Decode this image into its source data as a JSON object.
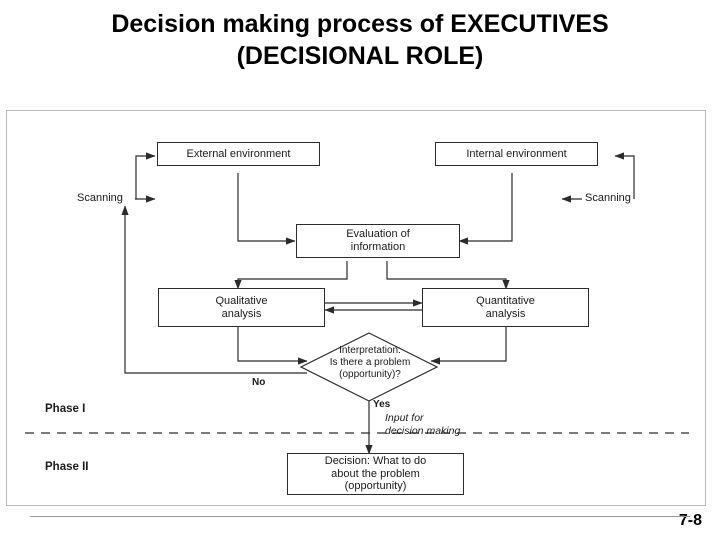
{
  "slide": {
    "title_line1": "Decision making process of EXECUTIVES",
    "title_line2": "(DECISIONAL ROLE)",
    "page_number": "7-8"
  },
  "diagram": {
    "type": "flowchart",
    "nodes": [
      {
        "id": "external-environment",
        "label": "External environment",
        "shape": "rect"
      },
      {
        "id": "internal-environment",
        "label": "Internal environment",
        "shape": "rect"
      },
      {
        "id": "evaluation-of-information",
        "label": "Evaluation of\ninformation",
        "shape": "rect"
      },
      {
        "id": "qualitative-analysis",
        "label": "Qualitative\nanalysis",
        "shape": "rect"
      },
      {
        "id": "quantitative-analysis",
        "label": "Quantitative\nanalysis",
        "shape": "rect"
      },
      {
        "id": "interpretation",
        "label": "Interpretation:\nIs there a problem\n(opportunity)?",
        "shape": "diamond"
      },
      {
        "id": "decision",
        "label": "Decision: What to do\nabout the problem\n(opportunity)",
        "shape": "rect"
      }
    ],
    "labels": [
      {
        "id": "scanning-left",
        "text": "Scanning"
      },
      {
        "id": "scanning-right",
        "text": "Scanning"
      },
      {
        "id": "branch-no",
        "text": "No"
      },
      {
        "id": "branch-yes",
        "text": "Yes"
      },
      {
        "id": "input-note",
        "text": "Input for\ndecision making"
      },
      {
        "id": "phase-one",
        "text": "Phase I"
      },
      {
        "id": "phase-two",
        "text": "Phase II"
      }
    ],
    "divider": {
      "id": "phase-divider",
      "style": "dashed"
    },
    "colors": {
      "stroke": "#2b2b2b",
      "frame": "#b9b9b9",
      "text": "#1a1a1a",
      "background": "#ffffff"
    }
  }
}
